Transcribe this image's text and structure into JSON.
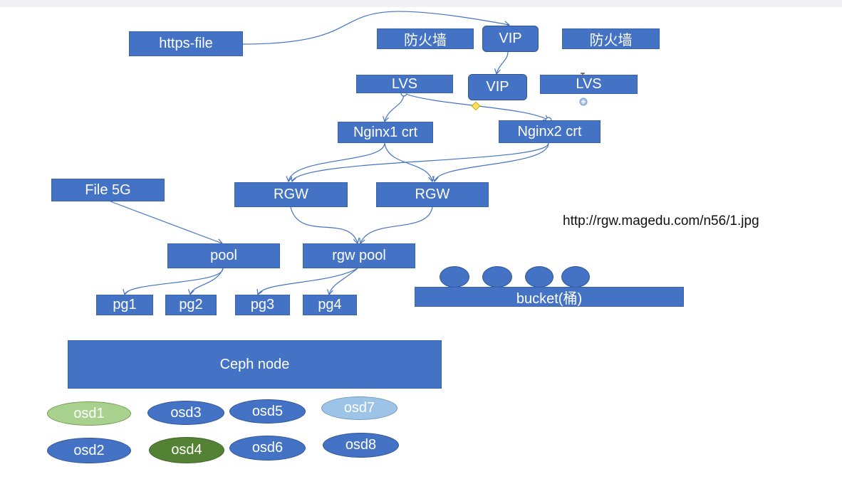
{
  "colors": {
    "box": "#4472c4",
    "osd_light_green": "#a9d18e",
    "osd_dark_green": "#548235",
    "osd_light_blue": "#9dc3e6",
    "line": "#4472c4"
  },
  "nodes": {
    "https_file": "https-file",
    "firewall_left": "防火墙",
    "vip_top": "VIP",
    "firewall_right": "防火墙",
    "lvs_left": "LVS",
    "vip_mid": "VIP",
    "lvs_right": "LVS",
    "nginx1": "Nginx1 crt",
    "nginx2": "Nginx2 crt",
    "file5g": "File 5G",
    "rgw1": "RGW",
    "rgw2": "RGW",
    "pool": "pool",
    "rgw_pool": "rgw pool",
    "pg1": "pg1",
    "pg2": "pg2",
    "pg3": "pg3",
    "pg4": "pg4",
    "bucket": "bucket(桶)",
    "ceph_node": "Ceph node"
  },
  "url_text": "http://rgw.magedu.com/n56/1.jpg",
  "osds": [
    "osd1",
    "osd2",
    "osd3",
    "osd4",
    "osd5",
    "osd6",
    "osd7",
    "osd8"
  ]
}
